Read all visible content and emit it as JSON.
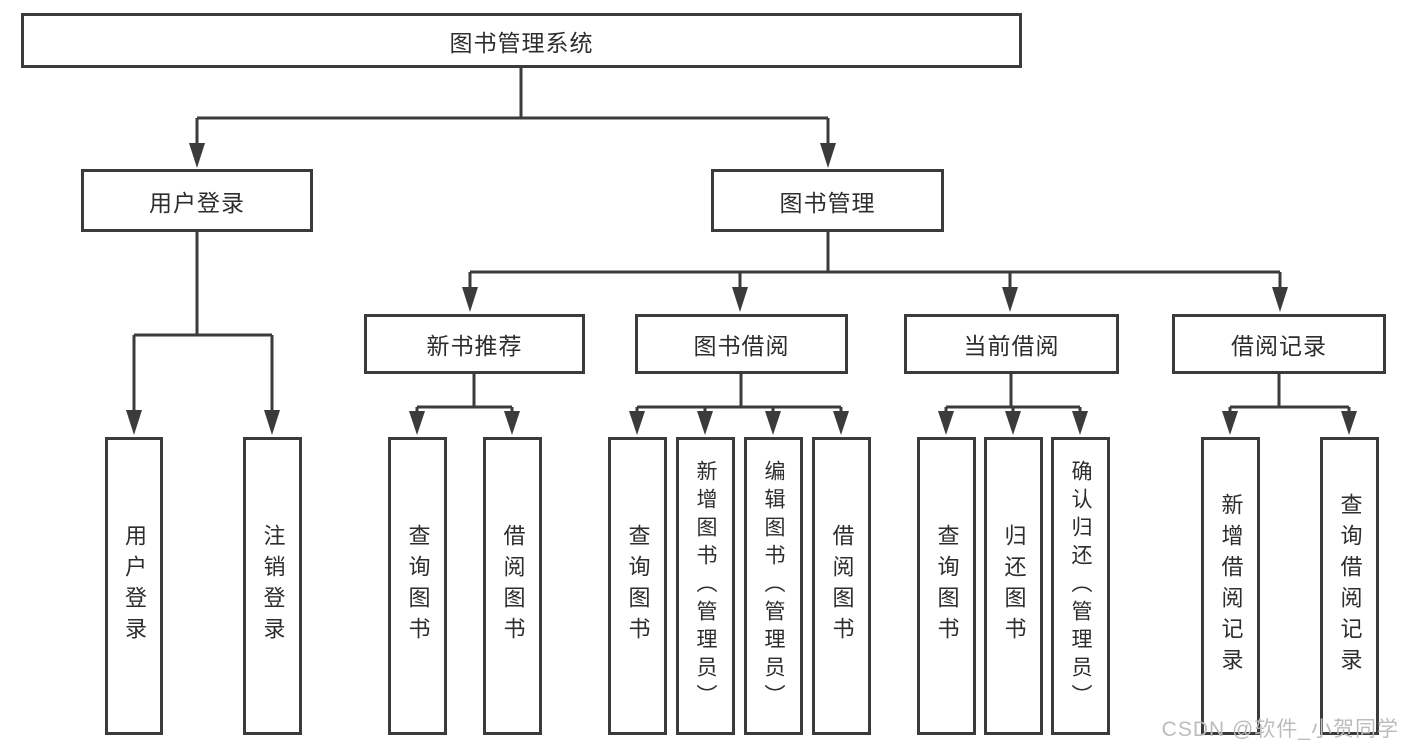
{
  "colors": {
    "line": "#3b3b3b",
    "text": "#2d2d2d",
    "watermark": "#bcbcbc",
    "background": "#ffffff"
  },
  "watermark": "CSDN @软件_小贺同学",
  "tree": {
    "root": "图书管理系统",
    "branches": [
      {
        "label": "用户登录",
        "leaves": [
          "用户登录",
          "注销登录"
        ]
      },
      {
        "label": "图书管理",
        "sections": [
          {
            "label": "新书推荐",
            "leaves": [
              "查询图书",
              "借阅图书"
            ]
          },
          {
            "label": "图书借阅",
            "leaves": [
              "查询图书",
              "新增图书（管理员）",
              "编辑图书（管理员）",
              "借阅图书"
            ]
          },
          {
            "label": "当前借阅",
            "leaves": [
              "查询图书",
              "归还图书",
              "确认归还（管理员）"
            ]
          },
          {
            "label": "借阅记录",
            "leaves": [
              "新增借阅记录",
              "查询借阅记录"
            ]
          }
        ]
      }
    ]
  }
}
